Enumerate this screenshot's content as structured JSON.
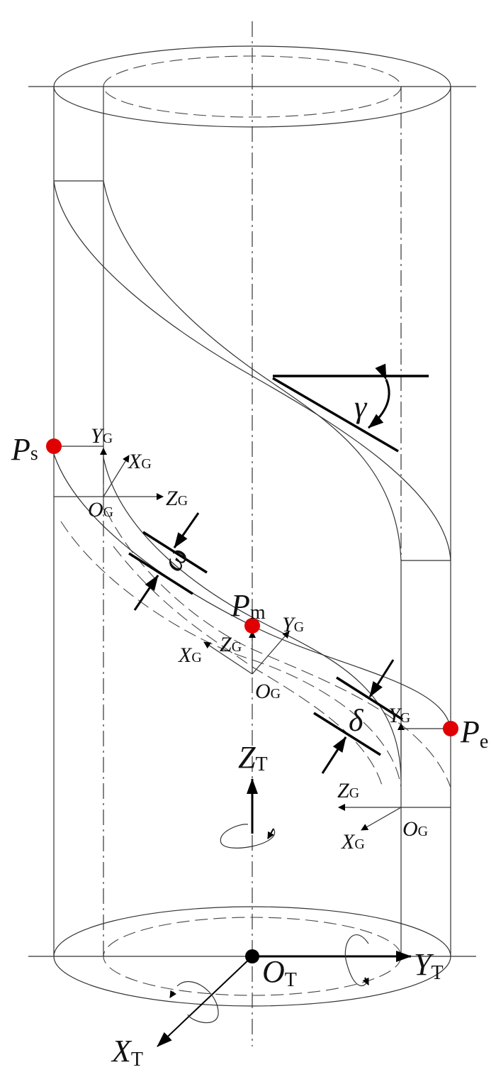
{
  "labels": {
    "P": "P",
    "s": "s",
    "m": "m",
    "e": "e",
    "X": "X",
    "Y": "Y",
    "Z": "Z",
    "O": "O",
    "G": "G",
    "T": "T",
    "gamma": "γ",
    "delta": "δ",
    "omega": "ω"
  },
  "colors": {
    "point": "#e00000",
    "origin": "#000000"
  }
}
